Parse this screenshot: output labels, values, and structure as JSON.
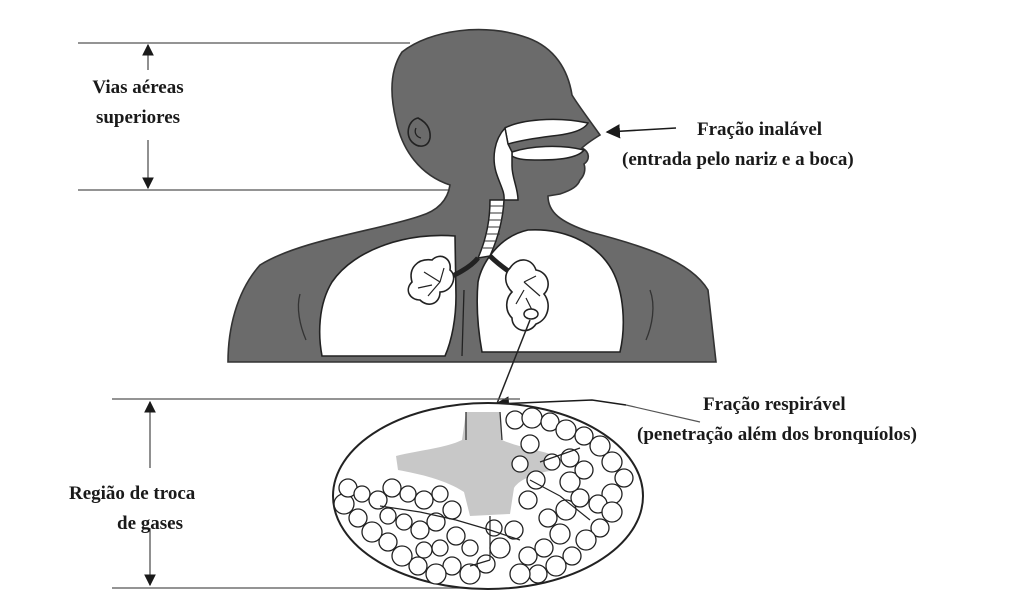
{
  "labels": {
    "upper_airways": {
      "line1": "Vias aéreas",
      "line2": "superiores"
    },
    "inhalable": {
      "line1": "Fração inalável",
      "line2": "(entrada pelo nariz e a boca)"
    },
    "respirable": {
      "line1": "Fração respirável",
      "line2": "(penetração além dos bronquíolos)"
    },
    "gas_exchange": {
      "line1": "Região de troca",
      "line2": "de gases"
    }
  },
  "colors": {
    "body_fill": "#6b6b6b",
    "lung_fill": "#ffffff",
    "alveoli_shading": "#c8c8c8",
    "line": "#2a2a2a",
    "guide_line": "#555555"
  }
}
